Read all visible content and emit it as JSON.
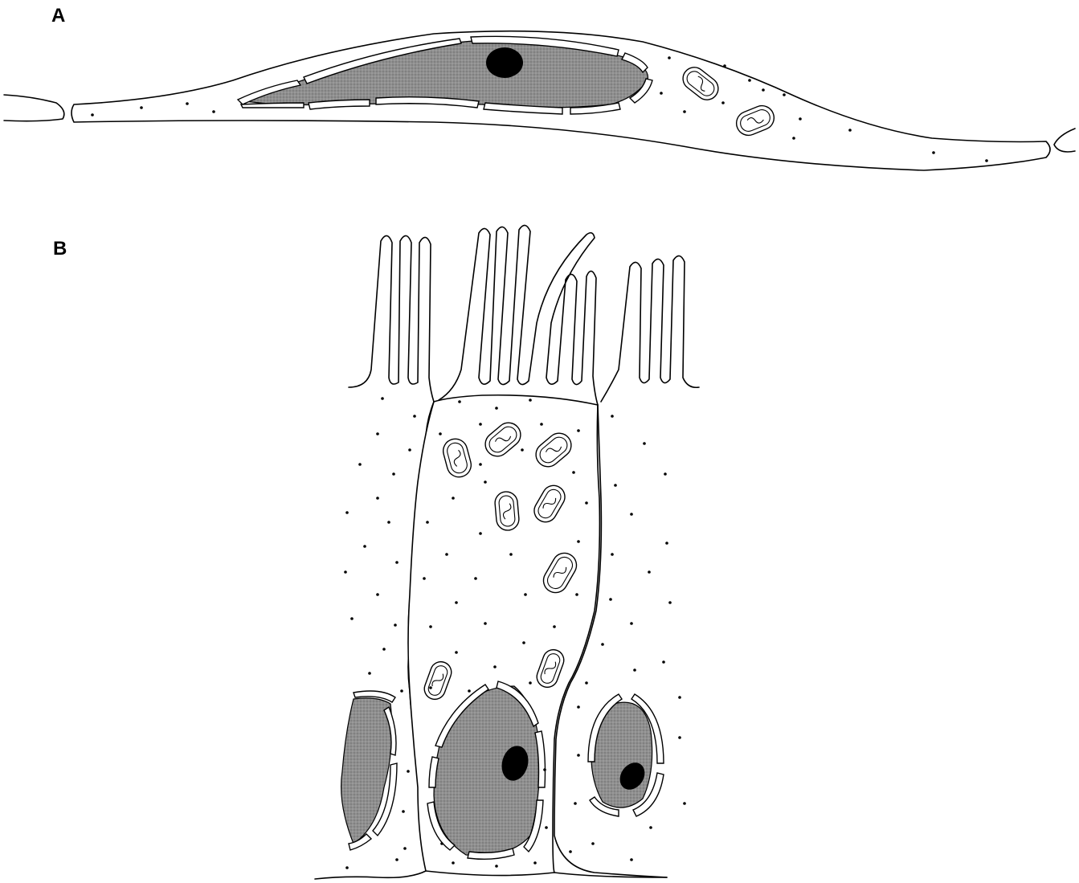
{
  "panels": [
    {
      "id": "A",
      "label": "A"
    },
    {
      "id": "B",
      "label": "B"
    }
  ],
  "colors": {
    "outline": "#000000",
    "nucleus_fill": "#8f8f8f",
    "nucleolus": "#000000",
    "background": "#ffffff"
  }
}
